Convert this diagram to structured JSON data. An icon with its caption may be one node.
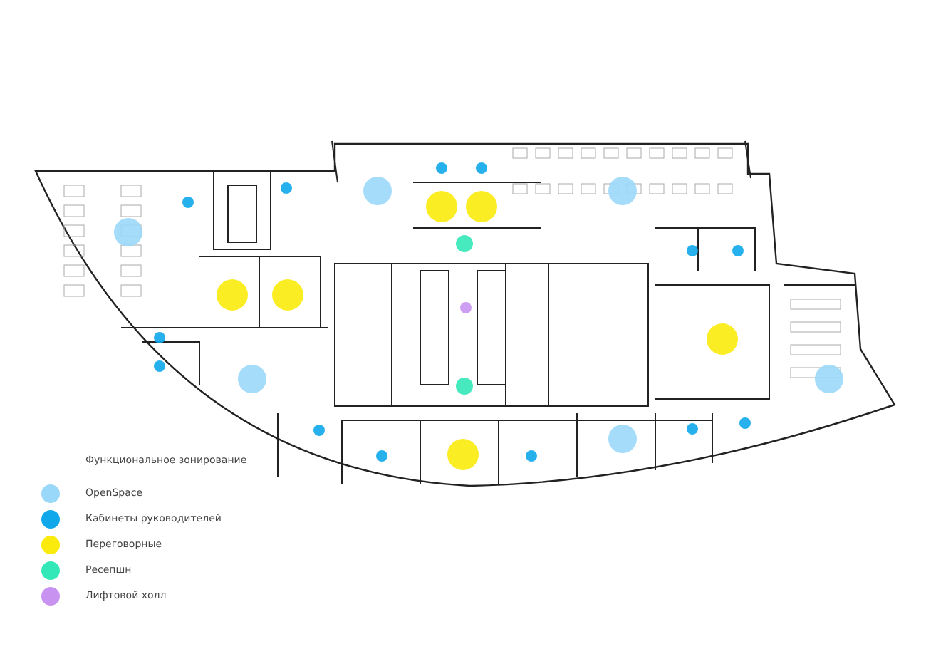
{
  "diagram": {
    "labels": [
      "Функциональное зонирование"
    ],
    "legend": [
      {
        "text": "OpenSpace",
        "color": "#9ad8fa"
      },
      {
        "text": "Кабинеты руководителей",
        "color": "#10a8ea"
      },
      {
        "text": "Переговорные",
        "color": "#fbeb0c"
      },
      {
        "text": "Ресепшн",
        "color": "#33e8b8"
      },
      {
        "text": "Лифтовой холл",
        "color": "#c893f0"
      }
    ]
  }
}
